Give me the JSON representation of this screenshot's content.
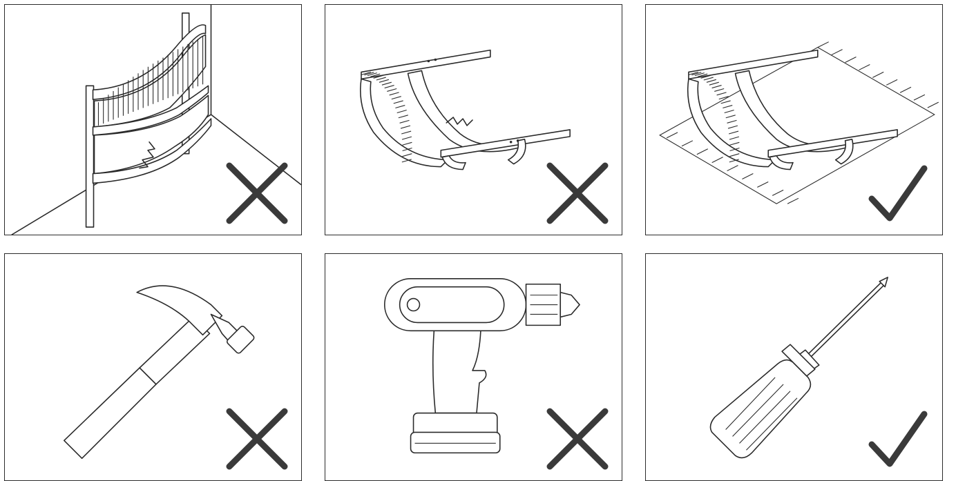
{
  "panels": [
    {
      "id": "p1",
      "scene": "crib-leaning-in-room-corner-cracked",
      "verdict": "incorrect",
      "verdict_icon": "x-mark-icon"
    },
    {
      "id": "p2",
      "scene": "crib-base-upright-cracked",
      "verdict": "incorrect",
      "verdict_icon": "x-mark-icon"
    },
    {
      "id": "p3",
      "scene": "crib-base-on-protective-mat",
      "verdict": "correct",
      "verdict_icon": "check-mark-icon"
    },
    {
      "id": "p4",
      "scene": "hammer-tool",
      "verdict": "incorrect",
      "verdict_icon": "x-mark-icon"
    },
    {
      "id": "p5",
      "scene": "power-drill-tool",
      "verdict": "incorrect",
      "verdict_icon": "x-mark-icon"
    },
    {
      "id": "p6",
      "scene": "screwdriver-tool",
      "verdict": "correct",
      "verdict_icon": "check-mark-icon"
    }
  ],
  "colors": {
    "line": "#2a2a2a",
    "mark": "#3a3a3a",
    "background": "#ffffff"
  }
}
